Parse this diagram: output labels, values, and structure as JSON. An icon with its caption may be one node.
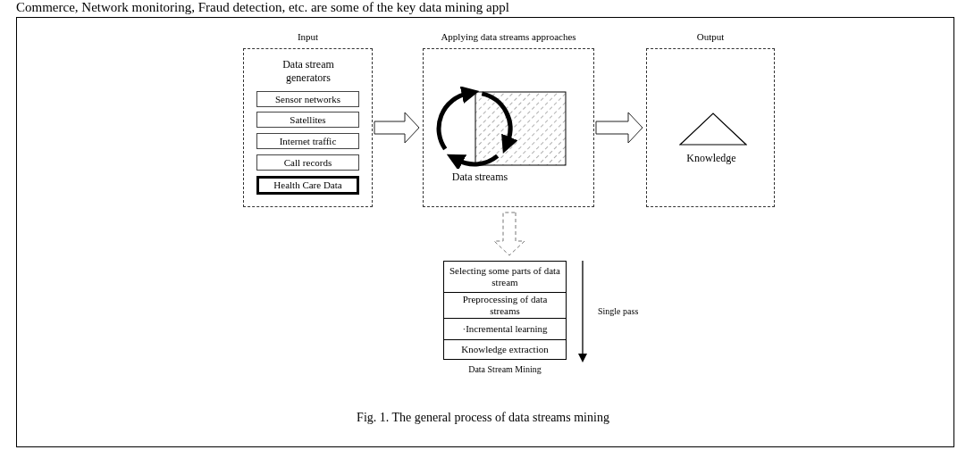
{
  "diagram": {
    "caption": "Fig. 1. The general process of data streams mining",
    "nodes": [
      {
        "text": [
          "Input",
          "Data stream generators"
        ]
      },
      {
        "text": [
          "Sensor networks"
        ],
        "in": 0
      },
      {
        "text": [
          "Satellites"
        ],
        "in": 0
      },
      {
        "text": [
          "Internet traffic"
        ],
        "in": 0
      },
      {
        "text": [
          "Call records"
        ],
        "in": 0
      },
      {
        "text": [
          "Health Care Data"
        ],
        "in": 0
      },
      {
        "text": [
          "Applying data streams approaches",
          "Data streams"
        ]
      },
      {
        "text": [
          "Output",
          "Knowledge"
        ]
      },
      {
        "text": [
          "Data Stream Mining"
        ]
      },
      {
        "text": [
          "Selecting some parts of data stream"
        ],
        "in": 8
      },
      {
        "text": [
          "Preprocessing of data streams"
        ],
        "in": 8
      },
      {
        "text": [
          "·Incremental learning"
        ],
        "in": 8
      },
      {
        "text": [
          "Knowledge extraction"
        ],
        "in": 8
      }
    ],
    "edges": [
      {
        "from": 0,
        "to": 6,
        "arrow": "to"
      },
      {
        "from": 6,
        "to": 7,
        "arrow": "to"
      },
      {
        "from": 6,
        "to": 8,
        "arrow": "to",
        "style": "dashed",
        "color": "#777777"
      }
    ],
    "labels": [
      "Commerce, Network monitoring, Fraud detection, etc. are some of the key data mining appl",
      "Single pass"
    ]
  }
}
